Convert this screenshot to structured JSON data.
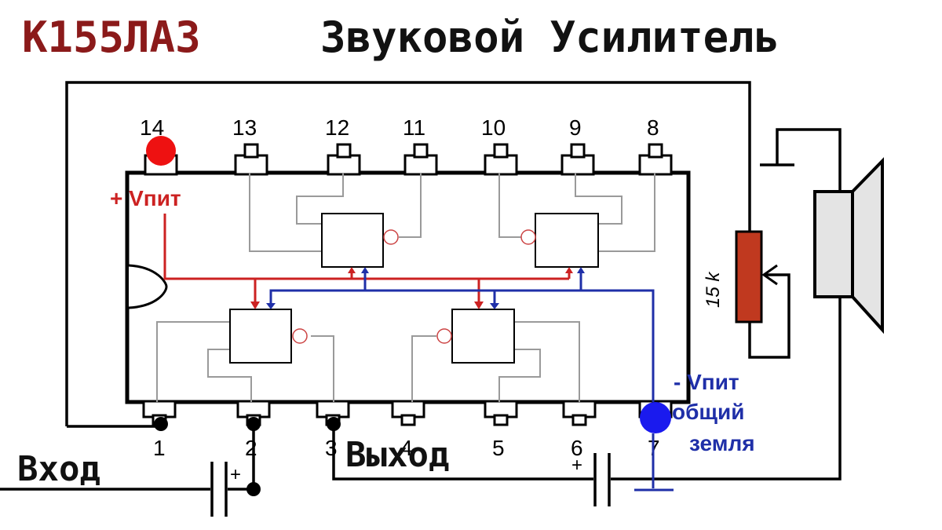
{
  "title": {
    "chip": "К155ЛА3",
    "subtitle": "Звуковой Усилитель"
  },
  "colors": {
    "chip_title": "#8b1a1a",
    "positive_supply": "#cc2222",
    "ground_supply": "#1f2fa8",
    "pin14_dot": "#ee1111",
    "pin7_dot": "#1a1aee",
    "resistor_fill": "#c0391f",
    "speaker_fill": "#e4e4e4"
  },
  "pins": {
    "top": [
      "14",
      "13",
      "12",
      "11",
      "10",
      "9",
      "8"
    ],
    "bottom": [
      "1",
      "2",
      "3",
      "4",
      "5",
      "6",
      "7"
    ]
  },
  "labels": {
    "vcc_plus": "+ Vпит",
    "vcc_minus": "- Vпит",
    "common_ground_1": "общий",
    "common_ground_2": "земля",
    "input": "Вход",
    "output": "Выход",
    "resistor_value": "15 k",
    "cap_plus_input": "+",
    "cap_plus_output": "+"
  },
  "icons": {
    "speaker": "speaker-icon",
    "ground": "ground-symbol-icon",
    "capacitor": "capacitor-icon",
    "resistor": "potentiometer-icon"
  }
}
